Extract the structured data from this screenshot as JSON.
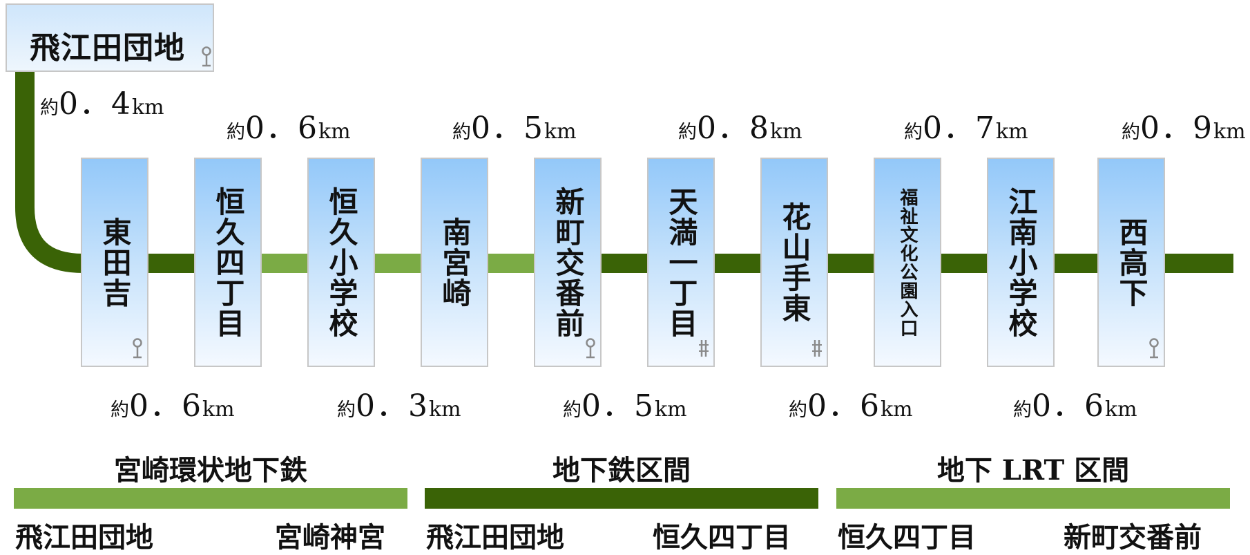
{
  "colors": {
    "track_dark": "#3a6306",
    "track_light": "#7bab45",
    "station_top": "#93c8f9",
    "station_bottom": "#f4f9ff",
    "border": "#c7c7c7",
    "pin": "#8a8a8a"
  },
  "origin": {
    "name": "飛江田団地",
    "icon": "bus-stop-icon"
  },
  "stations": [
    {
      "name": "東田吉",
      "icon": "bus-stop-icon"
    },
    {
      "name": "恒久四丁目",
      "icon": ""
    },
    {
      "name": "恒久小学校",
      "icon": ""
    },
    {
      "name": "南宮崎",
      "icon": ""
    },
    {
      "name": "新町交番前",
      "icon": "bus-stop-icon"
    },
    {
      "name": "天満一丁目",
      "icon": "tram-stop-icon"
    },
    {
      "name": "花山手東",
      "icon": "tram-stop-icon"
    },
    {
      "name": "福祉文化公園入口",
      "icon": ""
    },
    {
      "name": "江南小学校",
      "icon": ""
    },
    {
      "name": "西高下",
      "icon": "bus-stop-icon"
    }
  ],
  "segments": [
    {
      "prefix": "約",
      "value": "0．4",
      "unit": "km"
    },
    {
      "prefix": "約",
      "value": "0．6",
      "unit": "km"
    },
    {
      "prefix": "約",
      "value": "0．6",
      "unit": "km"
    },
    {
      "prefix": "約",
      "value": "0．3",
      "unit": "km"
    },
    {
      "prefix": "約",
      "value": "0．5",
      "unit": "km"
    },
    {
      "prefix": "約",
      "value": "0．5",
      "unit": "km"
    },
    {
      "prefix": "約",
      "value": "0．8",
      "unit": "km"
    },
    {
      "prefix": "約",
      "value": "0．6",
      "unit": "km"
    },
    {
      "prefix": "約",
      "value": "0．7",
      "unit": "km"
    },
    {
      "prefix": "約",
      "value": "0．6",
      "unit": "km"
    },
    {
      "prefix": "約",
      "value": "0．9",
      "unit": "km"
    }
  ],
  "sections": [
    {
      "title": "宮崎環状地下鉄",
      "from": "飛江田団地",
      "to": "宮崎神宮",
      "color": "#7bab45"
    },
    {
      "title": "地下鉄区間",
      "from": "飛江田団地",
      "to": "恒久四丁目",
      "color": "#3a6306"
    },
    {
      "title": "地下 LRT 区間",
      "from": "恒久四丁目",
      "to": "新町交番前",
      "color": "#7bab45"
    }
  ]
}
